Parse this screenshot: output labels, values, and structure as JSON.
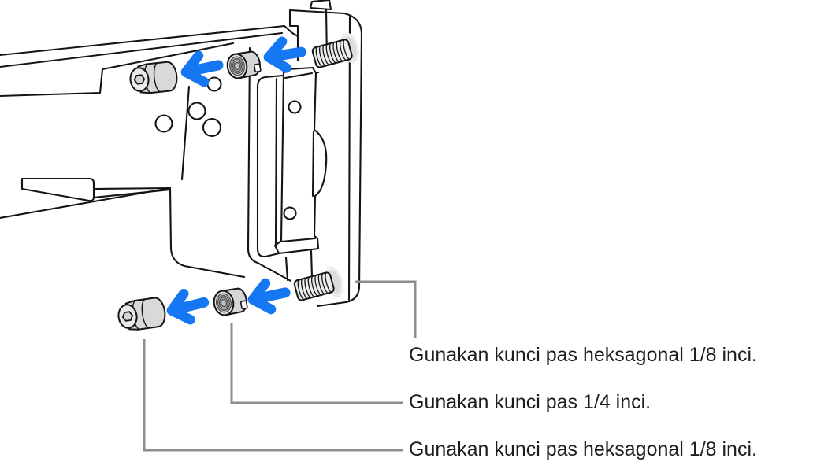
{
  "figure": {
    "type": "exploded-hardware-diagram",
    "subject": "rack-mount rail and mounting bracket with fastener hardware"
  },
  "callouts": [
    {
      "label": "Gunakan kunci pas heksagonal 1/8 inci.",
      "target": "threaded-stud"
    },
    {
      "label": "Gunakan kunci pas 1/4 inci.",
      "target": "barrel-nut"
    },
    {
      "label": "Gunakan kunci pas heksagonal 1/8 inci.",
      "target": "hex-socket-screw"
    }
  ],
  "icons": [
    {
      "name": "left-arrow-icon",
      "count": 4
    }
  ],
  "colors": {
    "background": "#ffffff",
    "line_art": "#141414",
    "hardware_fill": "#d9d9d9",
    "arrow_blue": "#1577f2",
    "callout_line_gray": "#8d8d8d",
    "label_text": "#1d1d1f"
  }
}
